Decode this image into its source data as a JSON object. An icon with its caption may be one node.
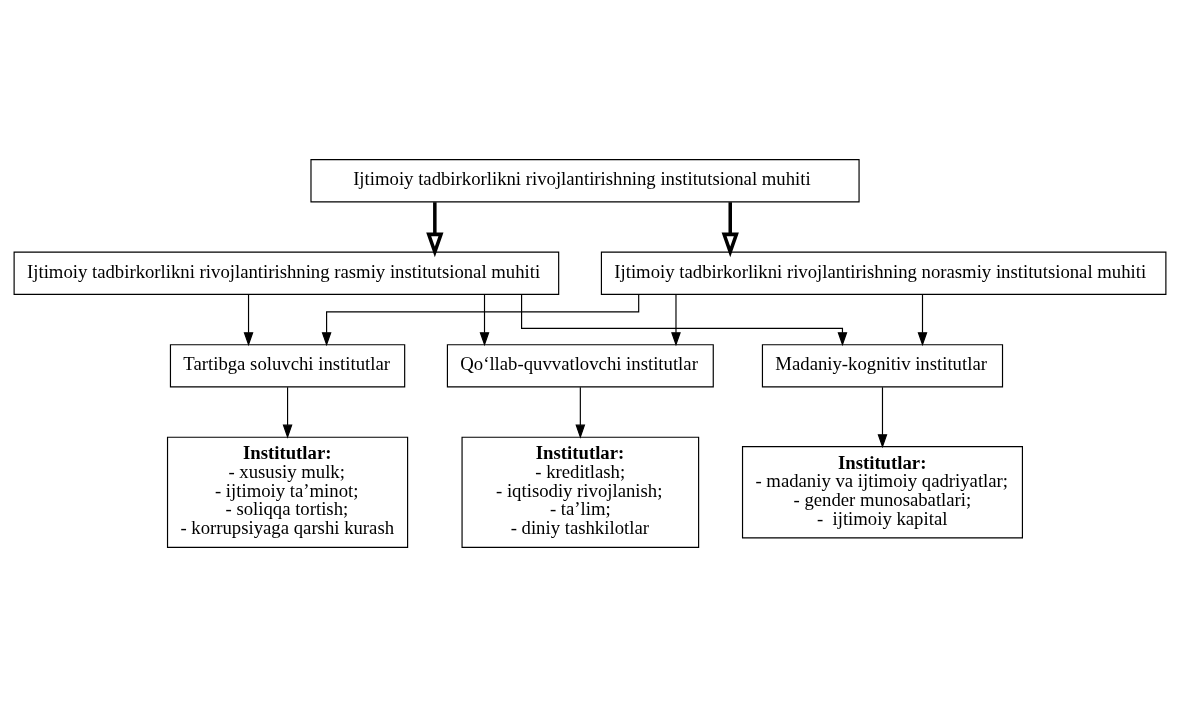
{
  "diagram": {
    "nodes": [
      {
        "text": [
          "Ijtimoiy tadbirkorlikni rivojlantirishning institutsional muhiti"
        ]
      },
      {
        "text": [
          "Ijtimoiy tadbirkorlikni rivojlantirishning rasmiy institutsional muhiti"
        ]
      },
      {
        "text": [
          "Ijtimoiy tadbirkorlikni rivojlantirishning norasmiy institutsional muhiti"
        ]
      },
      {
        "text": [
          "Tartibga soluvchi institutlar"
        ]
      },
      {
        "text": [
          "Qo‘llab-quvvatlovchi institutlar"
        ]
      },
      {
        "text": [
          "Madaniy-kognitiv institutlar"
        ]
      },
      {
        "text": [
          "Institutlar:",
          "- xususiy mulk;",
          "- ijtimoiy ta’minot;",
          "- soliqqa tortish;",
          "- korrupsiyaga qarshi kurash"
        ]
      },
      {
        "text": [
          "Institutlar:",
          "- kreditlash;",
          "- iqtisodiy rivojlanish;",
          "- ta’lim;",
          "- diniy tashkilotlar"
        ]
      },
      {
        "text": [
          "Institutlar:",
          "- madaniy va ijtimoiy qadriyatlar;",
          "- gender munosabatlari;",
          "-  ijtimoiy kapital"
        ]
      }
    ],
    "edges": [
      {
        "from": 0,
        "to": 1,
        "arrow": "to",
        "style": "thick"
      },
      {
        "from": 0,
        "to": 2,
        "arrow": "to",
        "style": "thick"
      },
      {
        "from": 1,
        "to": 3,
        "arrow": "to"
      },
      {
        "from": 1,
        "to": 4,
        "arrow": "to"
      },
      {
        "from": 1,
        "to": 5,
        "arrow": "to"
      },
      {
        "from": 2,
        "to": 3,
        "arrow": "to"
      },
      {
        "from": 2,
        "to": 4,
        "arrow": "to"
      },
      {
        "from": 2,
        "to": 5,
        "arrow": "to"
      },
      {
        "from": 3,
        "to": 6,
        "arrow": "to"
      },
      {
        "from": 4,
        "to": 7,
        "arrow": "to"
      },
      {
        "from": 5,
        "to": 8,
        "arrow": "to"
      }
    ]
  }
}
